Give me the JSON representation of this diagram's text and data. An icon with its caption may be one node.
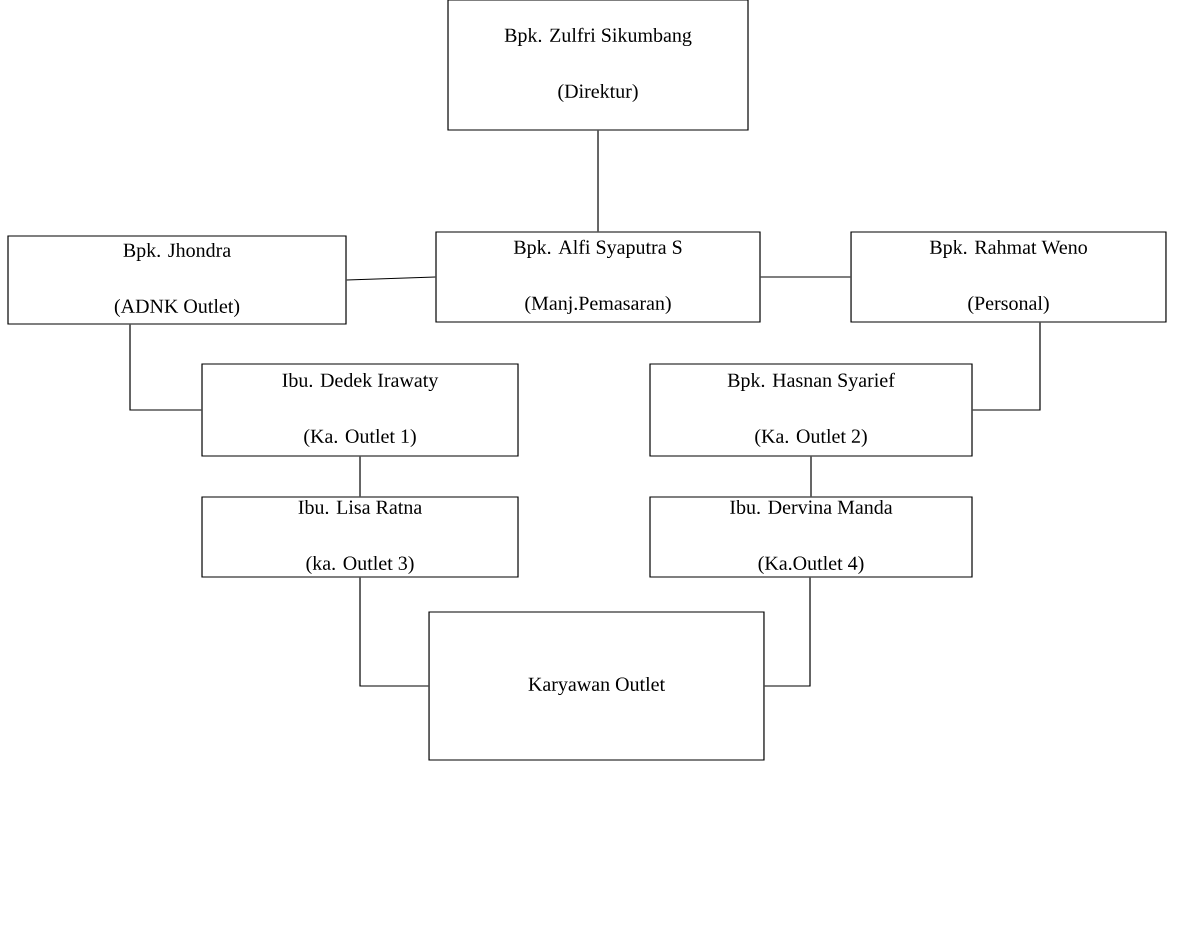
{
  "diagram": {
    "nodes": [
      {
        "text": [
          "Bpk. Zulfri Sikumbang",
          "(Direktur)"
        ]
      },
      {
        "text": [
          "Bpk. Jhondra",
          "(ADNK Outlet)"
        ]
      },
      {
        "text": [
          "Bpk. Alfi Syaputra S",
          "(Manj.Pemasaran)"
        ]
      },
      {
        "text": [
          "Bpk. Rahmat Weno",
          "(Personal)"
        ]
      },
      {
        "text": [
          "Ibu. Dedek Irawaty",
          "(Ka. Outlet 1)"
        ]
      },
      {
        "text": [
          "Bpk. Hasnan Syarief",
          "(Ka. Outlet 2)"
        ]
      },
      {
        "text": [
          "Ibu. Lisa Ratna",
          "(ka. Outlet 3)"
        ]
      },
      {
        "text": [
          "Ibu. Dervina Manda",
          "(Ka.Outlet 4)"
        ]
      },
      {
        "text": [
          "Karyawan Outlet"
        ]
      }
    ],
    "edges": [
      {
        "from": 0,
        "to": 2,
        "arrow": "none"
      },
      {
        "from": 1,
        "to": 2,
        "arrow": "none"
      },
      {
        "from": 2,
        "to": 3,
        "arrow": "none"
      },
      {
        "from": 1,
        "to": 4,
        "arrow": "none"
      },
      {
        "from": 3,
        "to": 5,
        "arrow": "none"
      },
      {
        "from": 4,
        "to": 6,
        "arrow": "none"
      },
      {
        "from": 5,
        "to": 7,
        "arrow": "none"
      },
      {
        "from": 6,
        "to": 8,
        "arrow": "none"
      },
      {
        "from": 7,
        "to": 8,
        "arrow": "none"
      }
    ]
  }
}
